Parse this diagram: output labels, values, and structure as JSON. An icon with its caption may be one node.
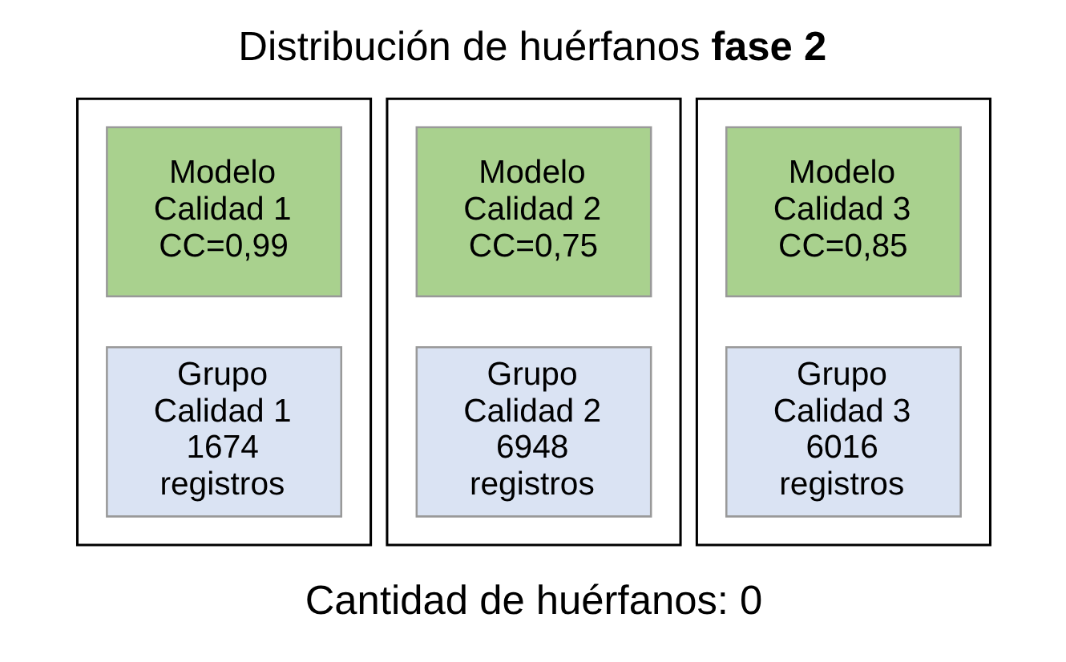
{
  "diagram": {
    "title": "Distribución de huérfanos **fase 2**",
    "caption": "Cantidad de huérfanos: 0",
    "nodes": [
      {
        "text": [],
        "shape": "box"
      },
      {
        "text": [
          "Modelo Calidad 1 CC=0,99"
        ],
        "in": 0
      },
      {
        "text": [
          "Grupo Calidad 1 1674 registros"
        ],
        "in": 0
      },
      {
        "text": [],
        "shape": "box"
      },
      {
        "text": [
          "Modelo Calidad 2 CC=0,75"
        ],
        "in": 3
      },
      {
        "text": [
          "Grupo Calidad 2 6948 registros"
        ],
        "in": 3
      },
      {
        "text": [],
        "shape": "box"
      },
      {
        "text": [
          "Modelo Calidad 3 CC=0,85"
        ],
        "in": 6
      },
      {
        "text": [
          "Grupo Calidad 3 6016 registros"
        ],
        "in": 6
      }
    ],
    "edges": []
  }
}
